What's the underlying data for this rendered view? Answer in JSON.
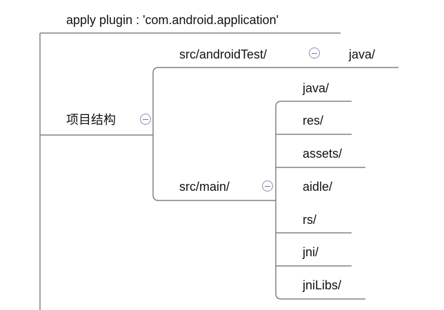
{
  "root": {
    "label": "apply plugin : 'com.android.application'"
  },
  "project_structure": {
    "label": "项目结构",
    "toggle_icon": "minus-circle-icon"
  },
  "android_test": {
    "label": "src/androidTest/",
    "toggle_icon": "minus-circle-icon",
    "child": "java/"
  },
  "main": {
    "label": "src/main/",
    "toggle_icon": "minus-circle-icon",
    "children": [
      "java/",
      "res/",
      "assets/",
      "aidle/",
      "rs/",
      "jni/",
      "jniLibs/"
    ]
  },
  "colors": {
    "line": "#808080",
    "toggle": "#8a8fae",
    "text": "#111111"
  }
}
